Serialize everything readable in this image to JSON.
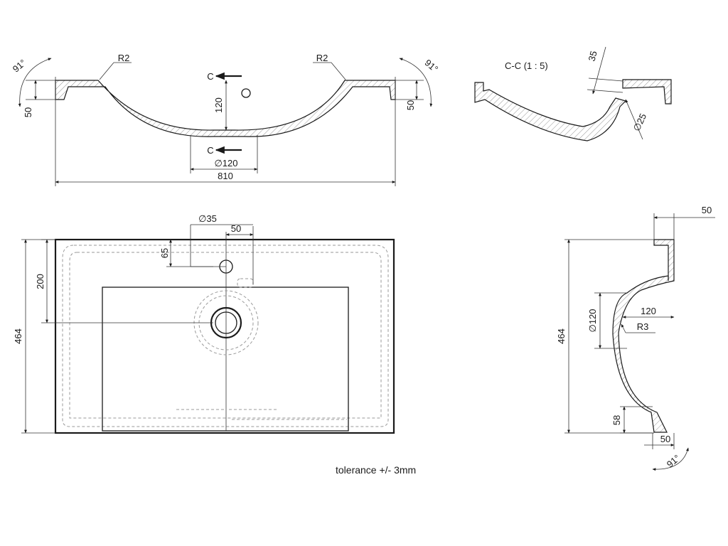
{
  "front_view": {
    "left_angle": "91°",
    "right_angle": "91°",
    "left_radius": "R2",
    "right_radius": "R2",
    "section_mark_top": "C",
    "section_mark_bottom": "C",
    "depth": "120",
    "left_rim_height": "50",
    "right_rim_height": "50",
    "drain_diameter": "∅120",
    "overall_width": "810"
  },
  "section_view": {
    "title": "C-C  (1 : 5)",
    "overflow_dim": "35",
    "hole_diameter": "∅25"
  },
  "top_view": {
    "overflow_diameter": "∅35",
    "overflow_offset": "50",
    "overflow_from_top": "65",
    "drain_from_top": "200",
    "overall_depth": "464"
  },
  "side_view": {
    "top_rim": "50",
    "overall_depth": "464",
    "drain_diameter": "∅120",
    "drain_width": "120",
    "radius": "R3",
    "bottom_height": "58",
    "bottom_rim": "50",
    "angle": "91°"
  },
  "footer": {
    "tolerance": "tolerance +/- 3mm"
  }
}
